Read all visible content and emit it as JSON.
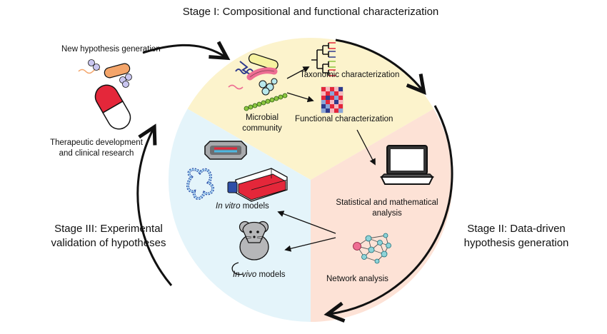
{
  "stages": {
    "stage1": "Stage I: Compositional and functional characterization",
    "stage2_line1": "Stage II: Data-driven",
    "stage2_line2": "hypothesis generation",
    "stage3_line1": "Stage III: Experimental",
    "stage3_line2": "validation of hypotheses"
  },
  "outer_labels": {
    "new_hypothesis": "New hypothesis generation",
    "therapeutic_line1": "Therapeutic development",
    "therapeutic_line2": "and clinical research"
  },
  "stage1_items": {
    "microbial_line1": "Microbial",
    "microbial_line2": "community",
    "taxonomic": "Taxonomic characterization",
    "functional": "Functional characterization"
  },
  "stage2_items": {
    "statistical_line1": "Statistical and mathematical",
    "statistical_line2": "analysis",
    "network": "Network analysis"
  },
  "stage3_items": {
    "invitro_italic": "In vitro",
    "invitro_rest": " models",
    "invivo_italic": "In vivo",
    "invivo_rest": " models"
  },
  "colors": {
    "stage1_fill": "#FCF3CC",
    "stage2_fill": "#FDE2D6",
    "stage3_fill": "#E4F4FA",
    "accent_red": "#E4273A",
    "bacteria_orange": "#F4A56A",
    "bacteria_yellow": "#F6F2A0",
    "bacteria_pink": "#EE6E93",
    "cocci_blue": "#B9E8EC",
    "chain_green": "#8CC63F",
    "network_teal": "#8ED3D8"
  },
  "icons": [
    "microbe-cluster-icon",
    "pill-capsule-icon",
    "phylogenetic-tree-icon",
    "heatmap-icon",
    "laptop-icon",
    "network-graph-icon",
    "culture-flask-icon",
    "gut-organoid-icon",
    "dna-strand-icon",
    "mouse-icon"
  ]
}
